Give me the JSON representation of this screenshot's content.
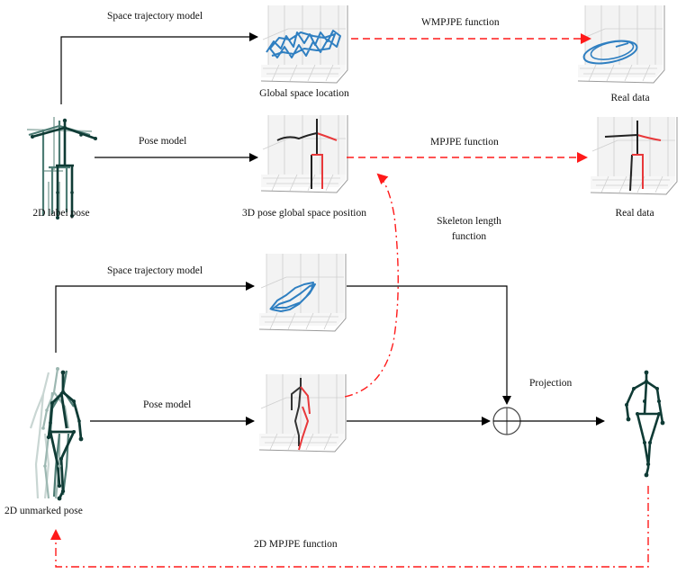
{
  "figure": {
    "colors": {
      "arrow": "#000000",
      "loss_arrow": "#ff1a1a",
      "trajectory": "#2f7fc1",
      "skeleton_dark": "#0f3b35",
      "skeleton_mid": "#4d7c74",
      "skeleton_light": "#a9bfba",
      "pose_black": "#222222",
      "pose_red": "#e8383a",
      "grid": "#c8c8c8"
    },
    "labels": {
      "top_space_trajectory_model": "Space trajectory model",
      "global_space_location": "Global space location",
      "wmpjpe_function": "WMPJPE function",
      "real_data_top": "Real data",
      "pose_model_top": "Pose model",
      "label_pose_2d": "2D label pose",
      "pose_3d_global": "3D pose global space position",
      "mpjpe_function": "MPJPE function",
      "real_data_mid": "Real data",
      "skeleton_length_function": "Skeleton length\nfunction",
      "bottom_space_trajectory_model": "Space trajectory model",
      "pose_model_bottom": "Pose model",
      "projection": "Projection",
      "unmarked_pose_2d": "2D unmarked pose",
      "mpjpe_2d_function": "2D MPJPE function"
    },
    "nodes": [
      {
        "id": "label-pose-2d",
        "label": "2D label pose",
        "kind": "2d-skeleton-overlay"
      },
      {
        "id": "global-space-location",
        "label": "Global space location",
        "kind": "3d-trajectory-plot"
      },
      {
        "id": "real-data-trajectory",
        "label": "Real data",
        "kind": "3d-trajectory-plot"
      },
      {
        "id": "pose-3d-global",
        "label": "3D pose global space position",
        "kind": "3d-pose-plot"
      },
      {
        "id": "real-data-pose",
        "label": "Real data",
        "kind": "3d-pose-plot"
      },
      {
        "id": "unmarked-trajectory",
        "label": "",
        "kind": "3d-trajectory-plot"
      },
      {
        "id": "unmarked-pose-3d",
        "label": "",
        "kind": "3d-pose-plot"
      },
      {
        "id": "sum-junction",
        "label": "",
        "kind": "circle-plus"
      },
      {
        "id": "projected-pose-2d",
        "label": "",
        "kind": "2d-skeleton"
      },
      {
        "id": "unmarked-pose-2d",
        "label": "2D unmarked pose",
        "kind": "2d-skeleton-overlay"
      }
    ],
    "edges": [
      {
        "from": "label-pose-2d",
        "to": "global-space-location",
        "label": "Space trajectory model",
        "style": "solid"
      },
      {
        "from": "label-pose-2d",
        "to": "pose-3d-global",
        "label": "Pose model",
        "style": "solid"
      },
      {
        "from": "global-space-location",
        "to": "real-data-trajectory",
        "label": "WMPJPE function",
        "style": "dashed-red"
      },
      {
        "from": "pose-3d-global",
        "to": "real-data-pose",
        "label": "MPJPE function",
        "style": "dashed-red"
      },
      {
        "from": "unmarked-pose-3d",
        "to": "pose-3d-global",
        "label": "Skeleton length function",
        "style": "dashdot-red"
      },
      {
        "from": "unmarked-pose-2d",
        "to": "unmarked-trajectory",
        "label": "Space trajectory model",
        "style": "solid"
      },
      {
        "from": "unmarked-pose-2d",
        "to": "unmarked-pose-3d",
        "label": "Pose model",
        "style": "solid"
      },
      {
        "from": "unmarked-trajectory",
        "to": "sum-junction",
        "label": "",
        "style": "solid"
      },
      {
        "from": "unmarked-pose-3d",
        "to": "sum-junction",
        "label": "",
        "style": "solid"
      },
      {
        "from": "sum-junction",
        "to": "projected-pose-2d",
        "label": "Projection",
        "style": "solid"
      },
      {
        "from": "projected-pose-2d",
        "to": "unmarked-pose-2d",
        "label": "2D MPJPE function",
        "style": "dashdot-red"
      }
    ]
  }
}
